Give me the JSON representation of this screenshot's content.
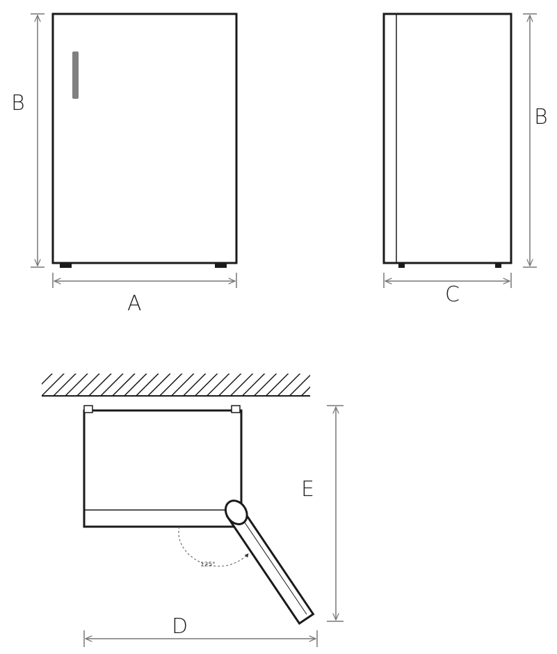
{
  "labels": {
    "width_front": "A",
    "height_front": "B",
    "height_side": "B",
    "depth_side": "C",
    "door_open_width": "D",
    "door_open_depth": "E",
    "door_angle": "125°"
  },
  "colors": {
    "outline": "#1a1a1a",
    "dimension": "#777777",
    "handle": "#808080"
  }
}
